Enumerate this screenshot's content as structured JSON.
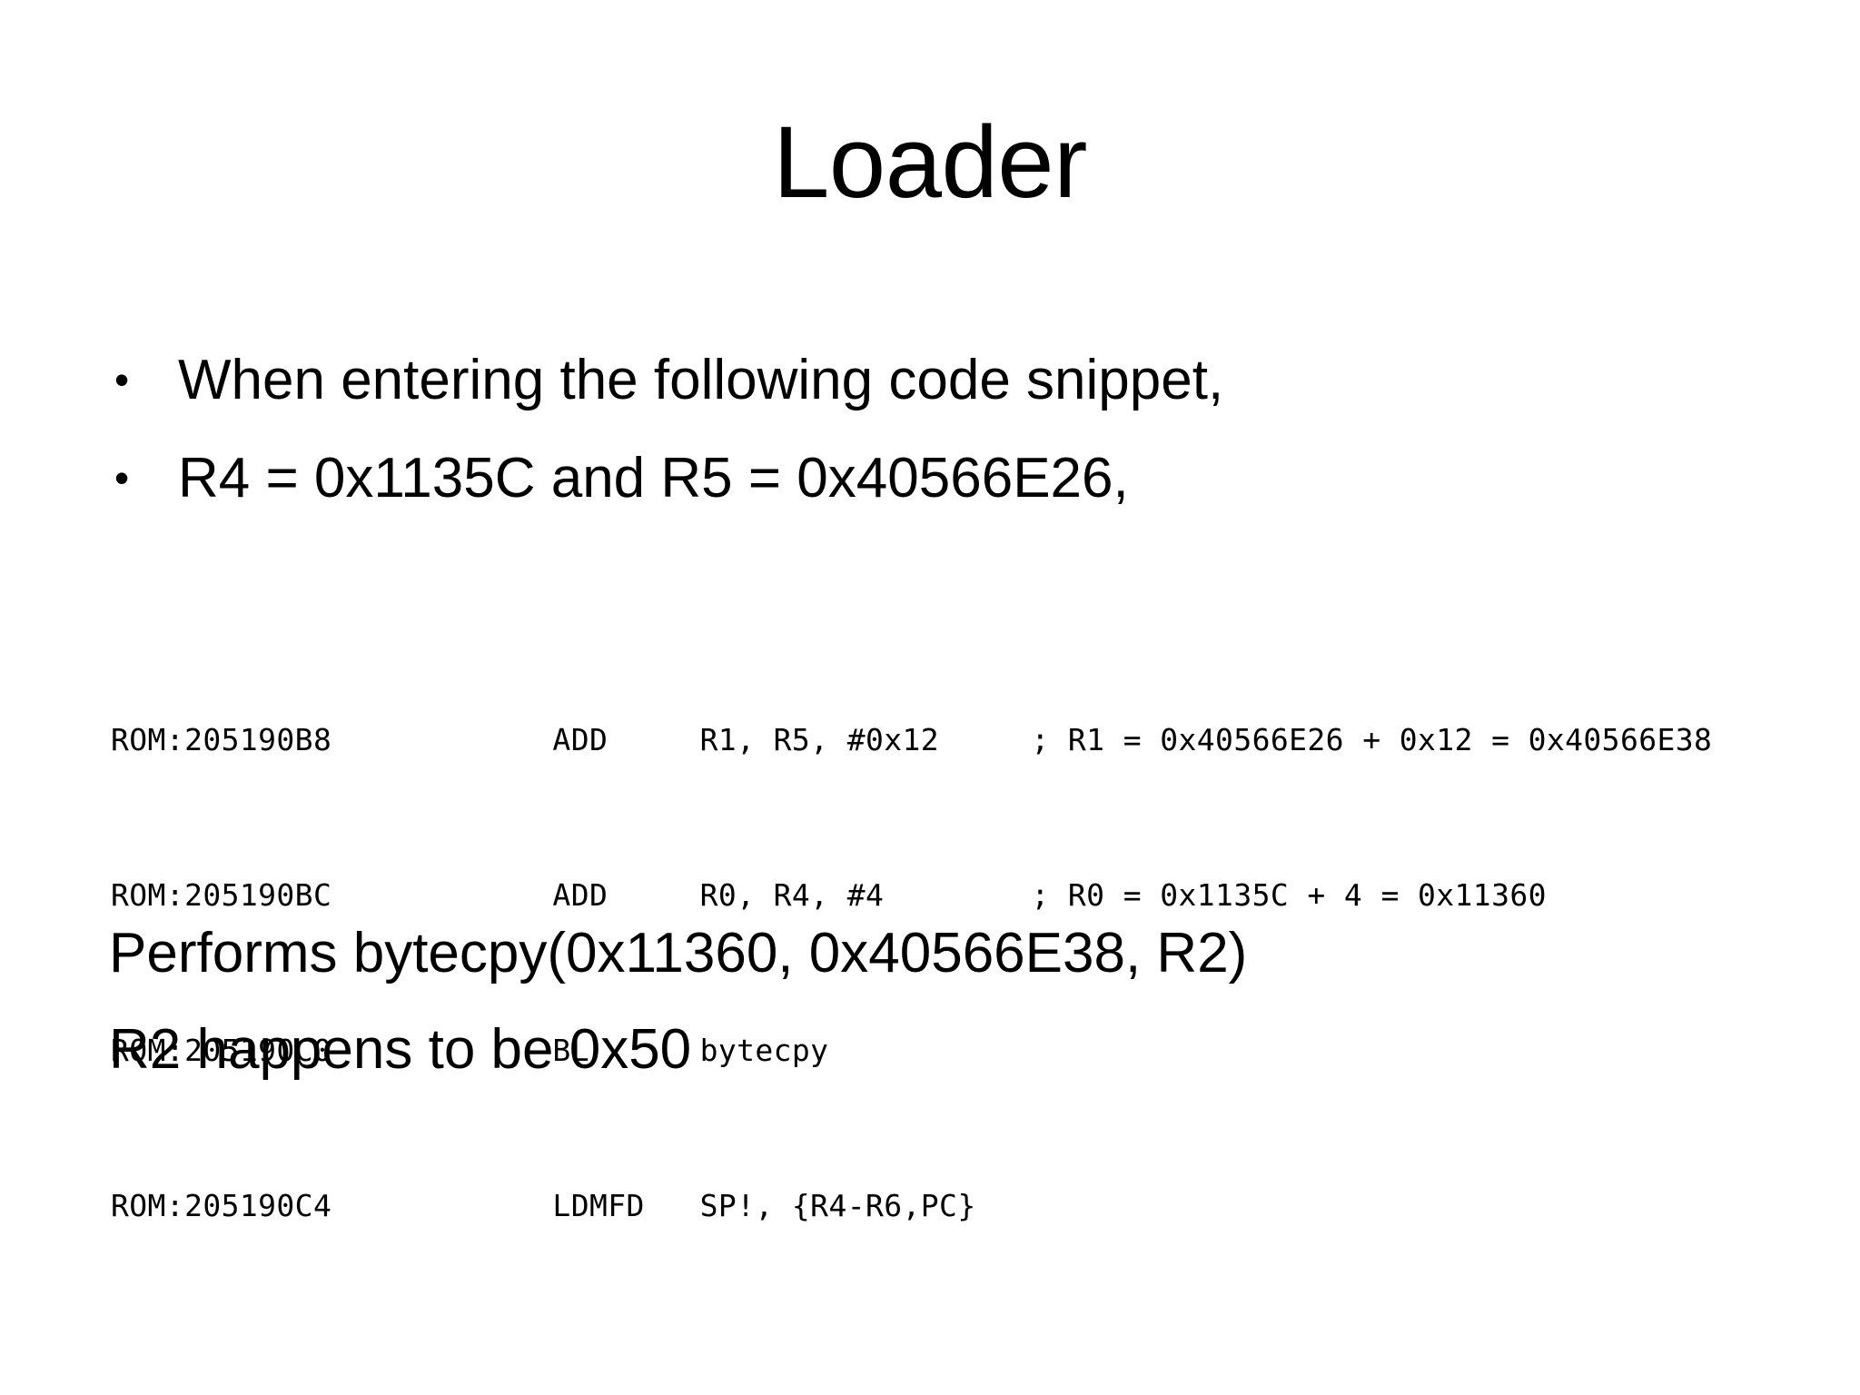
{
  "slide": {
    "title": "Loader",
    "background_color": "#FFFFFF",
    "text_color": "#000000"
  },
  "bullets": [
    {
      "marker": "•",
      "text": "When entering the following code snippet,"
    },
    {
      "marker": "•",
      "text": "R4 = 0x1135C and R5 = 0x40566E26,"
    }
  ],
  "code_block": {
    "language": "arm-assembly-disassembly",
    "lines": [
      {
        "address": "ROM:205190B8",
        "mnemonic": "ADD",
        "operands": "R1, R5, #0x12",
        "comment": "; R1 = 0x40566E26 + 0x12 = 0x40566E38",
        "raw": "ROM:205190B8            ADD     R1, R5, #0x12     ; R1 = 0x40566E26 + 0x12 = 0x40566E38"
      },
      {
        "address": "ROM:205190BC",
        "mnemonic": "ADD",
        "operands": "R0, R4, #4",
        "comment": "; R0 = 0x1135C + 4 = 0x11360",
        "raw": "ROM:205190BC            ADD     R0, R4, #4        ; R0 = 0x1135C + 4 = 0x11360"
      },
      {
        "address": "ROM:205190C0",
        "mnemonic": "BL",
        "operands": "bytecpy",
        "comment": "",
        "raw": "ROM:205190C0            BL      bytecpy"
      },
      {
        "address": "ROM:205190C4",
        "mnemonic": "LDMFD",
        "operands": "SP!, {R4-R6,PC}",
        "comment": "",
        "raw": "ROM:205190C4            LDMFD   SP!, {R4-R6,PC}"
      }
    ]
  },
  "footer": {
    "lines": [
      "Performs bytecpy(0x11360, 0x40566E38, R2)",
      "R2 happens to be 0x50"
    ]
  }
}
